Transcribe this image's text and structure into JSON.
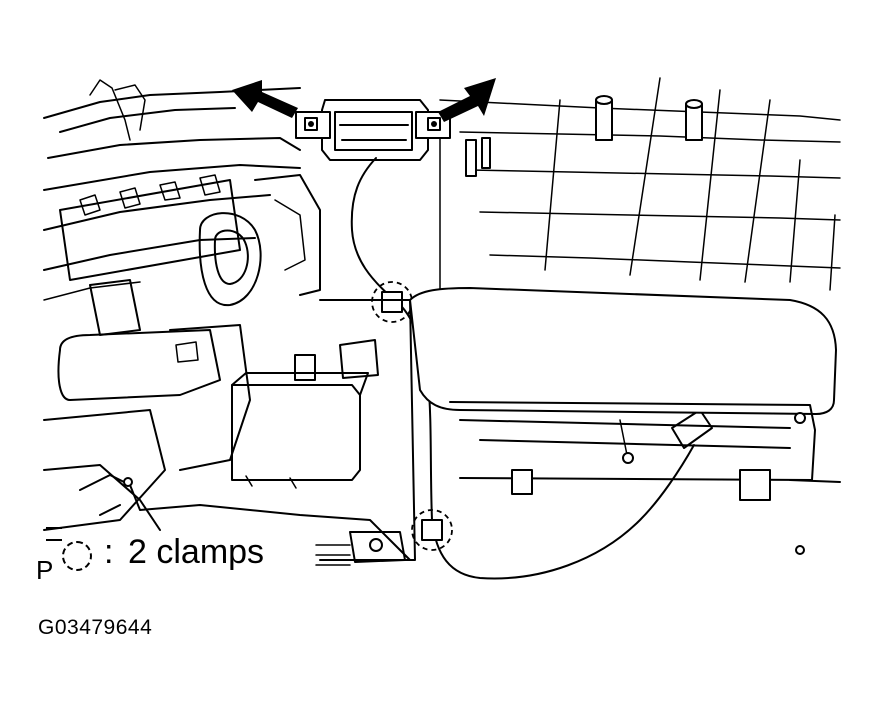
{
  "legend": {
    "symbol_letter": "P",
    "symbol_icon": "dashed-circle-clamp-icon",
    "label": "2 clamps"
  },
  "figure_code": "G03479644",
  "callouts": {
    "arrow_icon": "black-pointer-arrow-icon",
    "arrow_count": 2,
    "clamp_count": 2
  },
  "colors": {
    "line": "#000000",
    "background": "#ffffff"
  }
}
